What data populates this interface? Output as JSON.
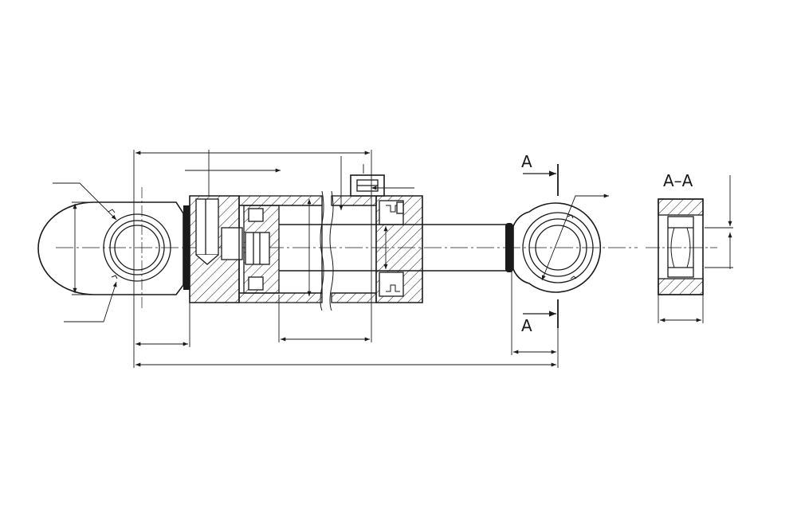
{
  "drawing": {
    "line_color": "#1a1a1a",
    "background": "#ffffff"
  },
  "labels": {
    "section_top": "A",
    "section_bottom": "A",
    "section_title": "A–A"
  }
}
